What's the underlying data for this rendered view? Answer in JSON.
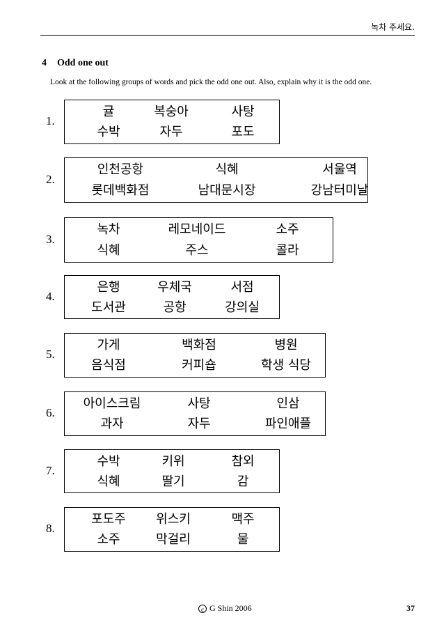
{
  "header": {
    "text": "녹차 주세요."
  },
  "section": {
    "number": "4",
    "title": "Odd one out",
    "instructions": "Look at the following groups of words and pick the odd one out. Also, explain why it is the odd one."
  },
  "groups": [
    {
      "label": "1.",
      "rows": [
        [
          "귤",
          "복숭아",
          "사탕"
        ],
        [
          "수박",
          "자두",
          "포도"
        ]
      ]
    },
    {
      "label": "2.",
      "rows": [
        [
          "인천공항",
          "식혜",
          "서울역"
        ],
        [
          "롯데백화점",
          "남대문시장",
          "강남터미날"
        ]
      ]
    },
    {
      "label": "3.",
      "rows": [
        [
          "녹차",
          "레모네이드",
          "소주"
        ],
        [
          "식혜",
          "주스",
          "콜라"
        ]
      ]
    },
    {
      "label": "4.",
      "rows": [
        [
          "은행",
          "우체국",
          "서점"
        ],
        [
          "도서관",
          "공항",
          "강의실"
        ]
      ]
    },
    {
      "label": "5.",
      "rows": [
        [
          "가게",
          "백화점",
          "병원"
        ],
        [
          "음식점",
          "커피숍",
          "학생 식당"
        ]
      ]
    },
    {
      "label": "6.",
      "rows": [
        [
          "아이스크림",
          "사탕",
          "인삼"
        ],
        [
          "과자",
          "자두",
          "파인애플"
        ]
      ]
    },
    {
      "label": "7.",
      "rows": [
        [
          "수박",
          "키위",
          "참외"
        ],
        [
          "식혜",
          "딸기",
          "감"
        ]
      ]
    },
    {
      "label": "8.",
      "rows": [
        [
          "포도주",
          "위스키",
          "맥주"
        ],
        [
          "소주",
          "막걸리",
          "물"
        ]
      ]
    }
  ],
  "footer": {
    "copyright_symbol": "c",
    "copyright": "G Shin 2006",
    "page_number": "37"
  }
}
